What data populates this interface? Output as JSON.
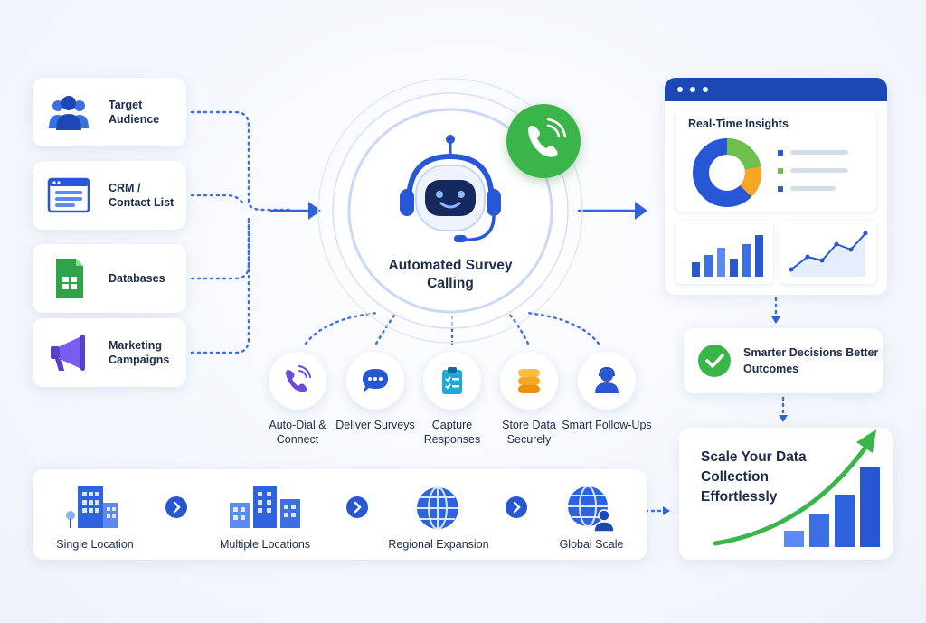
{
  "sources": [
    {
      "label": "Target Audience",
      "icon": "people-icon"
    },
    {
      "label": "CRM / Contact List",
      "icon": "browser-list-icon"
    },
    {
      "label": "Databases",
      "icon": "spreadsheet-icon"
    },
    {
      "label": "Marketing Campaigns",
      "icon": "megaphone-icon"
    }
  ],
  "hub": {
    "label": "Automated Survey Calling",
    "icon": "robot-headset-icon",
    "badge_icon": "phone-call-icon"
  },
  "features": [
    {
      "label": "Auto-Dial & Connect",
      "icon": "phone-ring-icon"
    },
    {
      "label": "Deliver Surveys",
      "icon": "chat-bubble-icon"
    },
    {
      "label": "Capture Responses",
      "icon": "clipboard-check-icon"
    },
    {
      "label": "Store Data Securely",
      "icon": "database-icon"
    },
    {
      "label": "Smart Follow-Ups",
      "icon": "user-icon"
    }
  ],
  "dashboard": {
    "title": "Real-Time Insights",
    "icon": "donut-chart-icon"
  },
  "decision": {
    "label": "Smarter Decisions Better Outcomes",
    "icon": "check-circle-icon"
  },
  "scale": {
    "label": "Scale Your Data Collection Effortlessly",
    "icon": "growth-chart-icon"
  },
  "stages": [
    {
      "label": "Single Location",
      "icon": "building-icon"
    },
    {
      "label": "Multiple Locations",
      "icon": "buildings-icon"
    },
    {
      "label": "Regional Expansion",
      "icon": "globe-icon"
    },
    {
      "label": "Global Scale",
      "icon": "globe-people-icon"
    }
  ],
  "colors": {
    "primary": "#2757d4",
    "navy": "#1d48b4",
    "green": "#3ab54a",
    "orange": "#f5a623",
    "purple": "#6b4bd8"
  }
}
